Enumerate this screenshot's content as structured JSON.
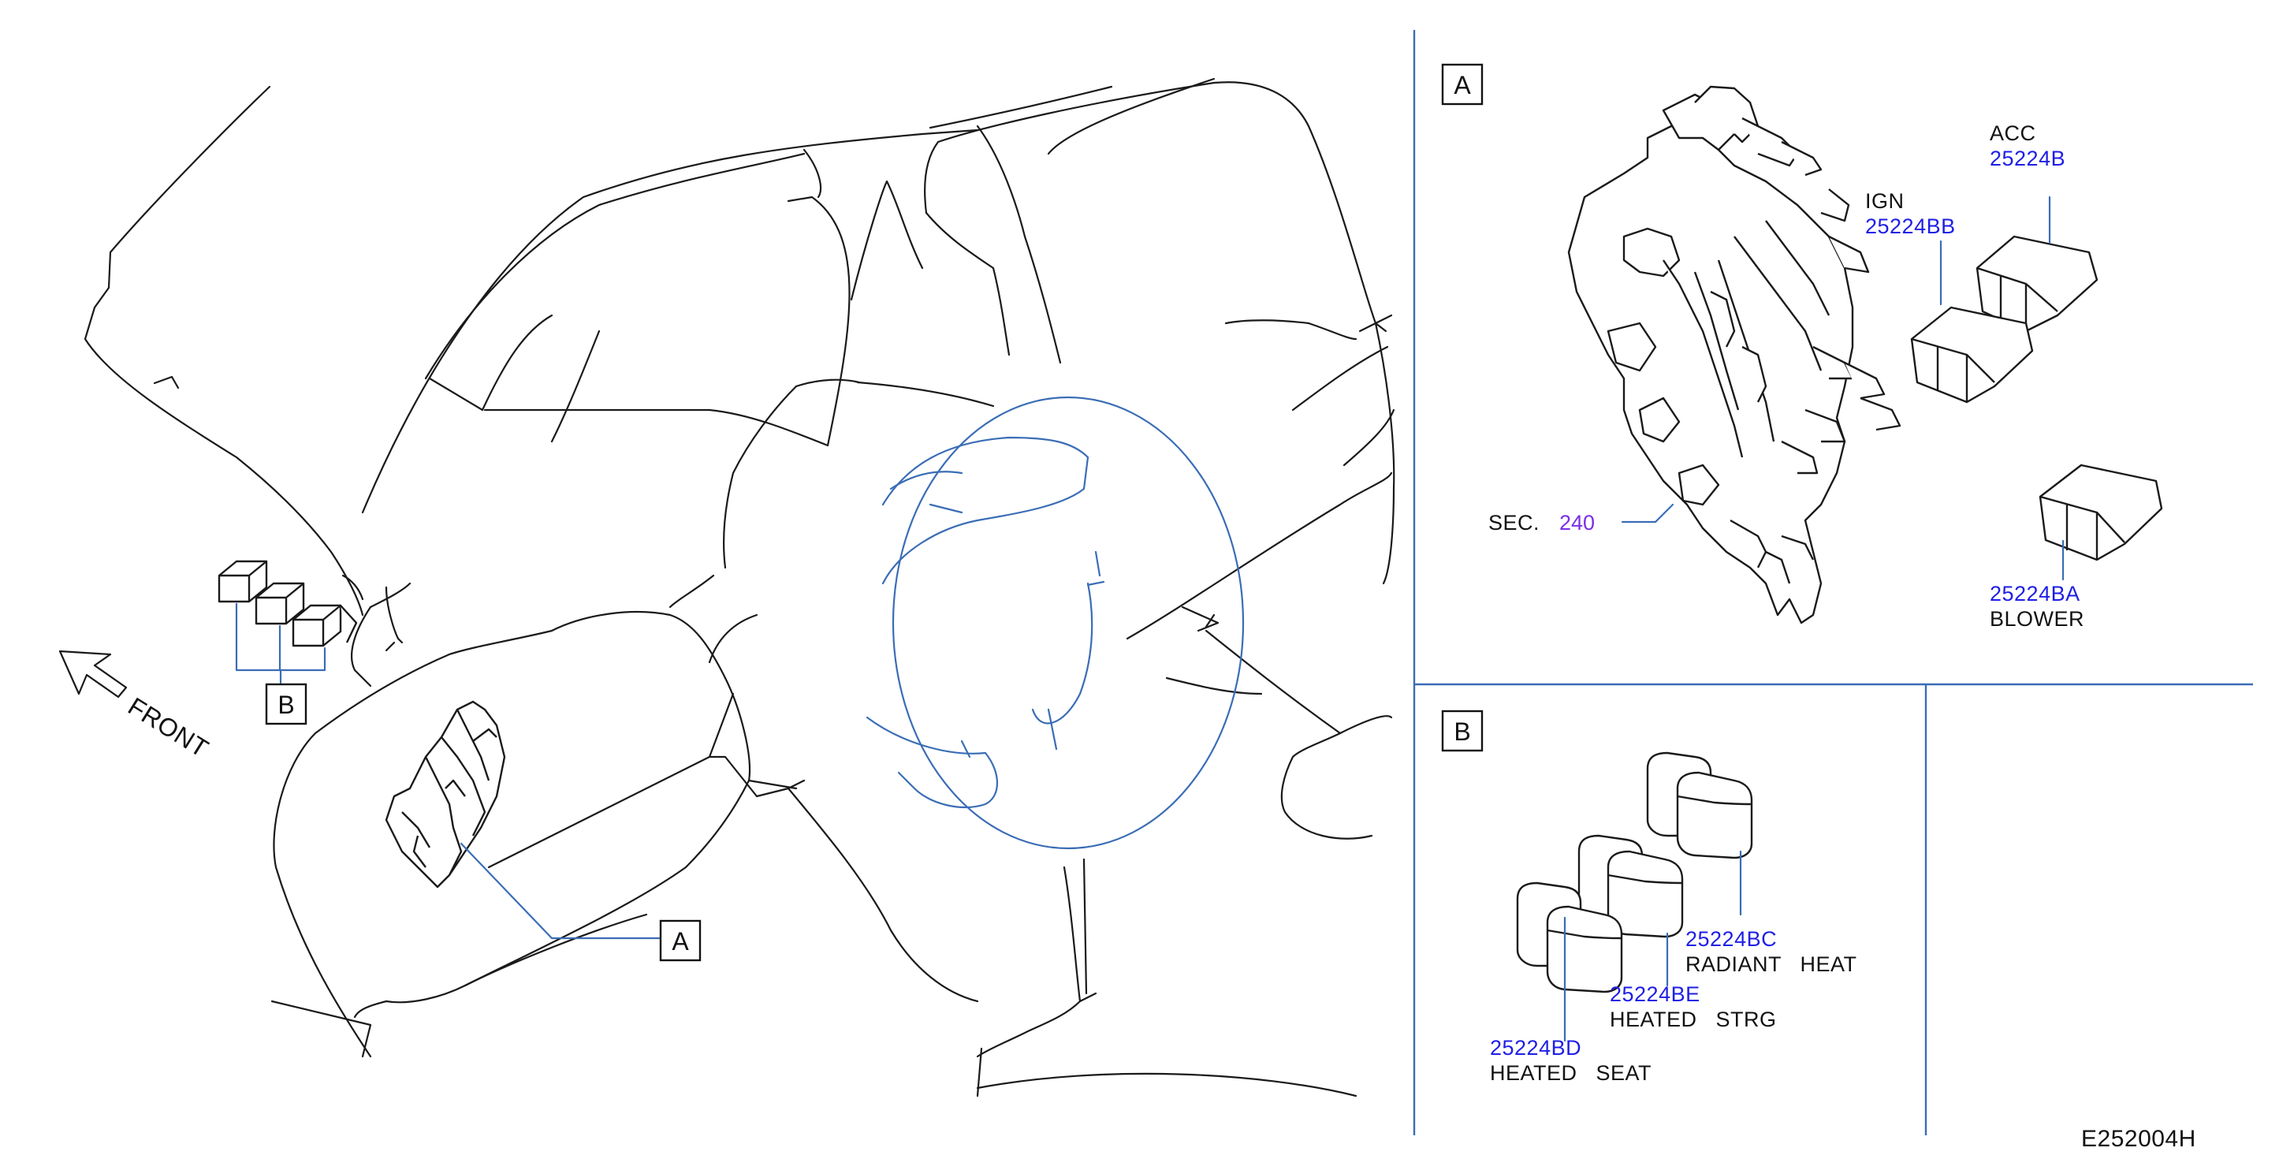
{
  "main_view": {
    "front_label": "FRONT",
    "callout_a": "A",
    "callout_b": "B"
  },
  "panel_a": {
    "tag": "A",
    "acc": {
      "name": "ACC",
      "part": "25224B"
    },
    "ign": {
      "name": "IGN",
      "part": "25224BB"
    },
    "blower": {
      "part": "25224BA",
      "name": "BLOWER"
    },
    "sec": {
      "prefix": "SEC.",
      "ref": "240"
    }
  },
  "panel_b": {
    "tag": "B",
    "radiant": {
      "part": "25224BC",
      "name": "RADIANT   HEAT"
    },
    "strg": {
      "part": "25224BE",
      "name": "HEATED   STRG"
    },
    "seat": {
      "part": "25224BD",
      "name": "HEATED   SEAT"
    }
  },
  "drawing_number": "E252004H",
  "colors": {
    "panel_lines": "#3a6db5",
    "part_numbers": "#1e1ee6",
    "section_ref": "#7a2ee8",
    "linework": "#1a1a1a"
  }
}
